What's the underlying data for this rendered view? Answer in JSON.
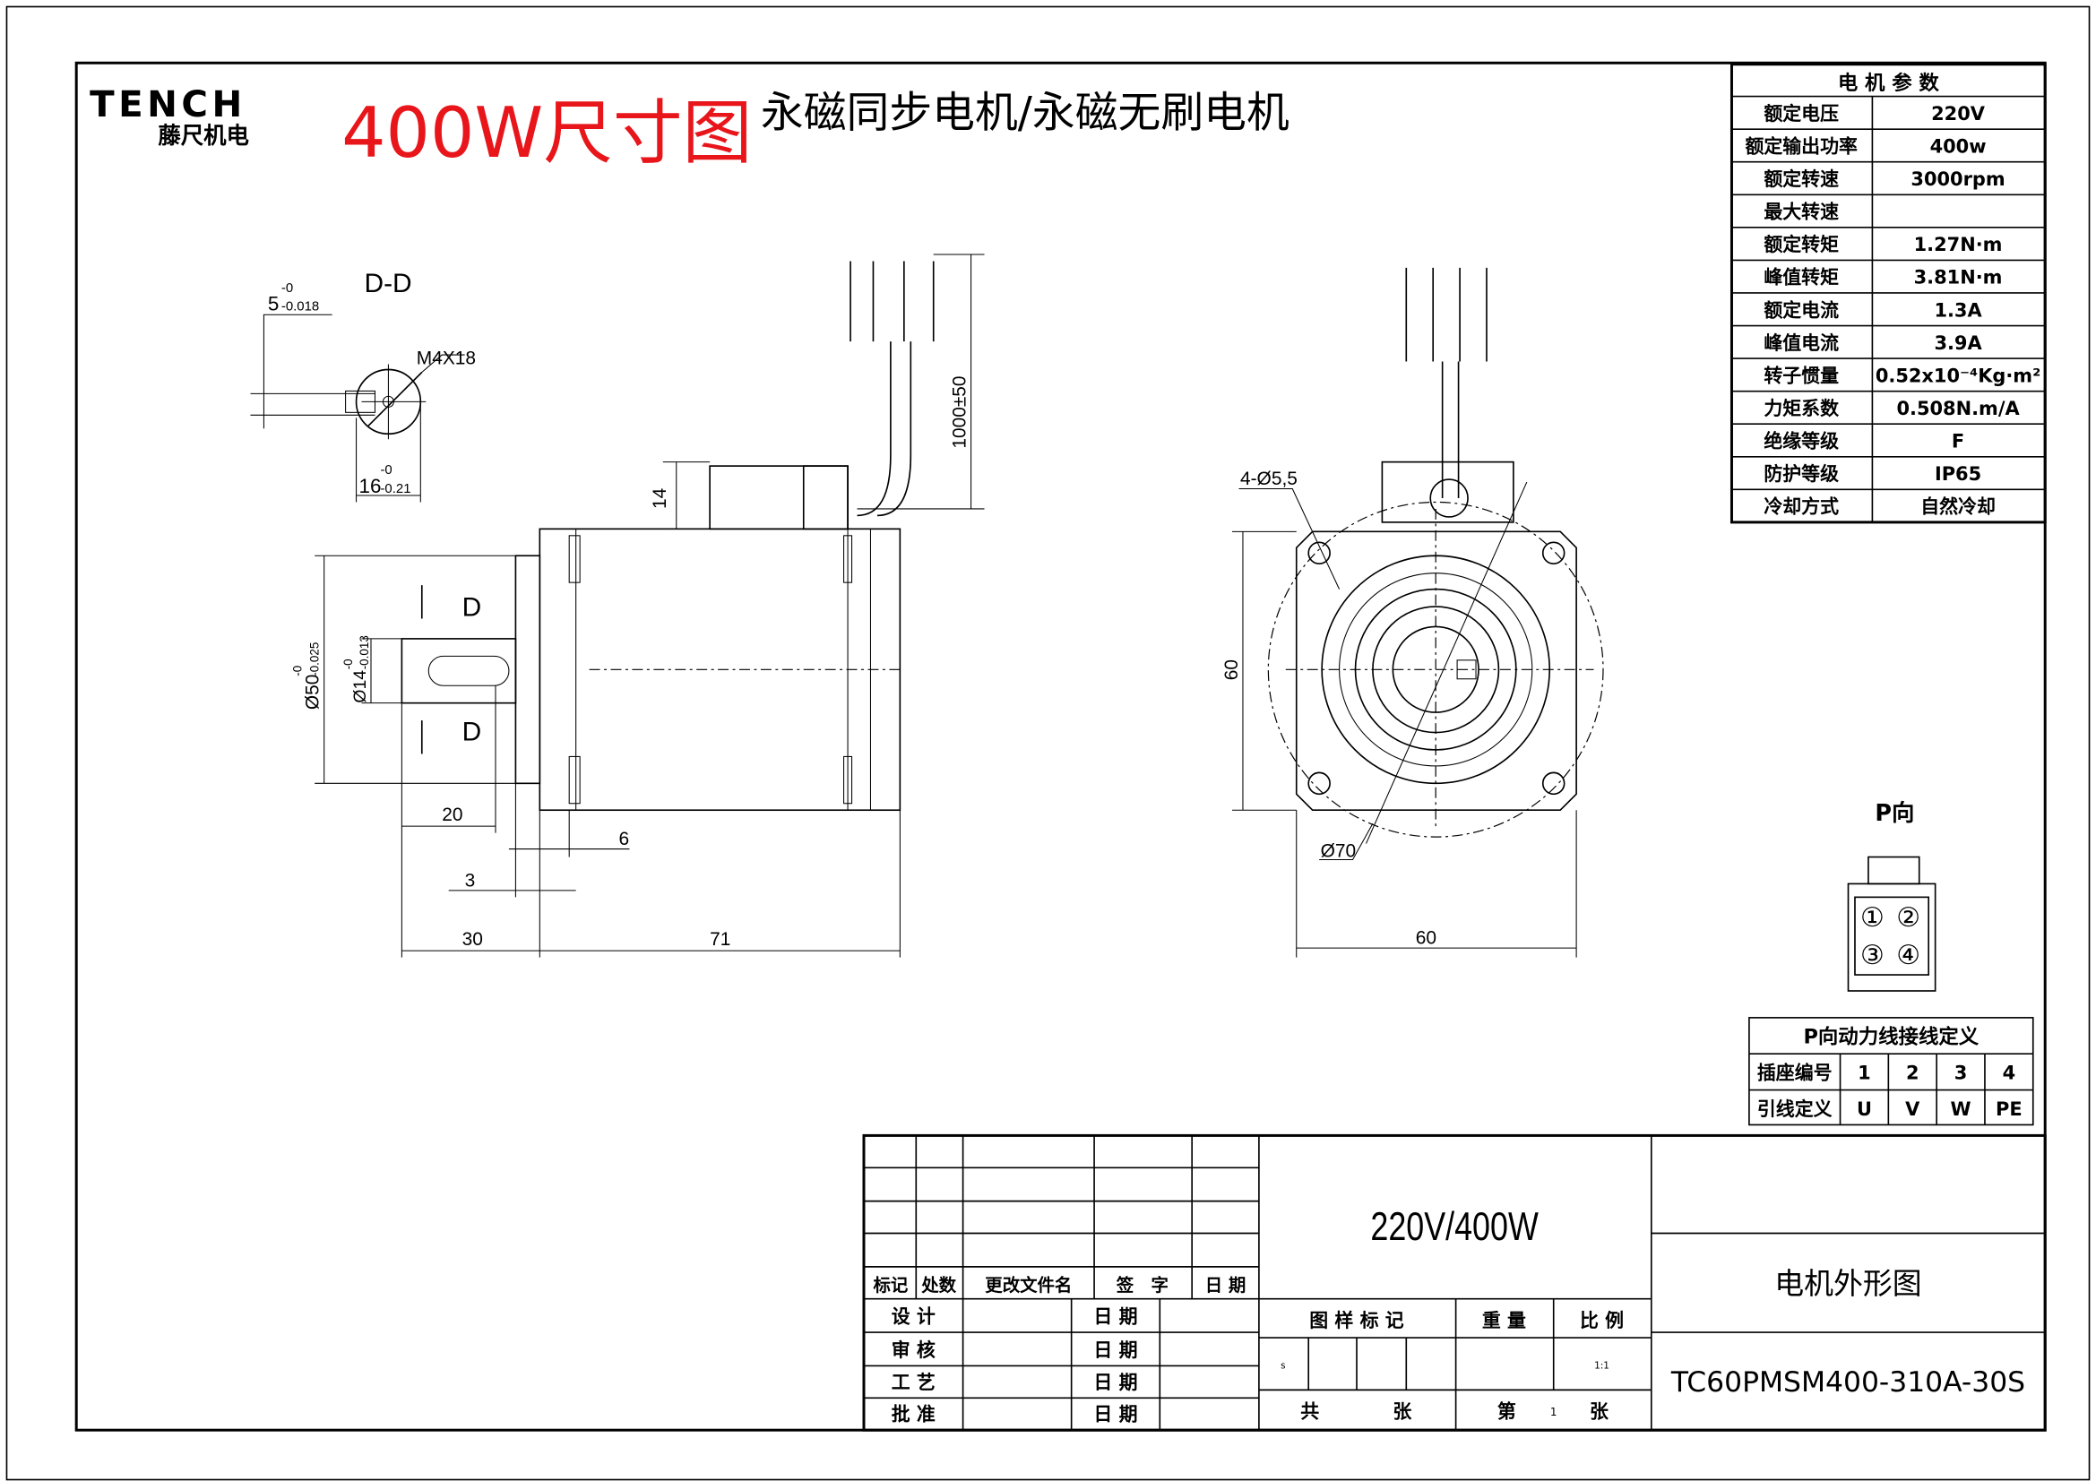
{
  "logo": {
    "brand": "TENCH",
    "brand_cn": "藤尺机电"
  },
  "header": {
    "red_title": "400W尺寸图",
    "title": "永磁同步电机/永磁无刷电机"
  },
  "params": {
    "header": "电 机 参 数",
    "rows": [
      {
        "label": "额定电压",
        "value": "220V"
      },
      {
        "label": "额定输出功率",
        "value": "400w"
      },
      {
        "label": "额定转速",
        "value": "3000rpm"
      },
      {
        "label": "最大转速",
        "value": ""
      },
      {
        "label": "额定转矩",
        "value": "1.27N·m"
      },
      {
        "label": "峰值转矩",
        "value": "3.81N·m"
      },
      {
        "label": "额定电流",
        "value": "1.3A"
      },
      {
        "label": "峰值电流",
        "value": "3.9A"
      },
      {
        "label": "转子惯量",
        "value": "0.52x10⁻⁴Kg·m²"
      },
      {
        "label": "力矩系数",
        "value": "0.508N.m/A"
      },
      {
        "label": "绝缘等级",
        "value": "F"
      },
      {
        "label": "防护等级",
        "value": "IP65"
      },
      {
        "label": "冷却方式",
        "value": "自然冷却"
      }
    ]
  },
  "section": {
    "title": "D-D",
    "key_width": "5",
    "key_tol_upper": "-0",
    "key_tol_lower": "-0.018",
    "thread": "M4X18",
    "key_height": "16",
    "kh_tol_upper": "-0",
    "kh_tol_lower": "-0.21"
  },
  "side_view": {
    "section_mark": "D",
    "dim_flange": "Ø50",
    "flange_tol_upper": "-0",
    "flange_tol_lower": "-0.025",
    "dim_shaft": "Ø14",
    "shaft_tol_upper": "-0",
    "shaft_tol_lower": "-0.013",
    "dim_connector_h": "14",
    "dim_cable": "1000±50",
    "dim_key_len": "20",
    "dim_6": "6",
    "dim_3": "3",
    "dim_shaft_len": "30",
    "dim_body_len": "71"
  },
  "front_view": {
    "dim_holes": "4-Ø5,5",
    "dim_pcd": "Ø70",
    "dim_height": "60",
    "dim_width": "60"
  },
  "connector": {
    "title": "P向",
    "pins": [
      "①",
      "②",
      "③",
      "④"
    ],
    "table_title": "P向动力线接线定义",
    "row1_label": "插座编号",
    "numbers": [
      "1",
      "2",
      "3",
      "4"
    ],
    "row2_label": "引线定义",
    "defs": [
      "U",
      "V",
      "W",
      "PE"
    ]
  },
  "title_block": {
    "rev_headers": [
      "标记",
      "处数",
      "更改文件名",
      "签　字",
      "日 期"
    ],
    "sign_rows": [
      "设 计",
      "审 核",
      "工 艺",
      "批 准"
    ],
    "date_label": "日 期",
    "spec": "220V/400W",
    "mark_headers": [
      "图 样 标 记",
      "重 量",
      "比 例"
    ],
    "mark_s": "s",
    "scale": "1:1",
    "total": "共",
    "sheet_unit": "张",
    "sheet_no_label": "第",
    "sheet_no": "1",
    "sheet_unit2": "张",
    "drawing_name": "电机外形图",
    "model": "TC60PMSM400-310A-30S"
  }
}
